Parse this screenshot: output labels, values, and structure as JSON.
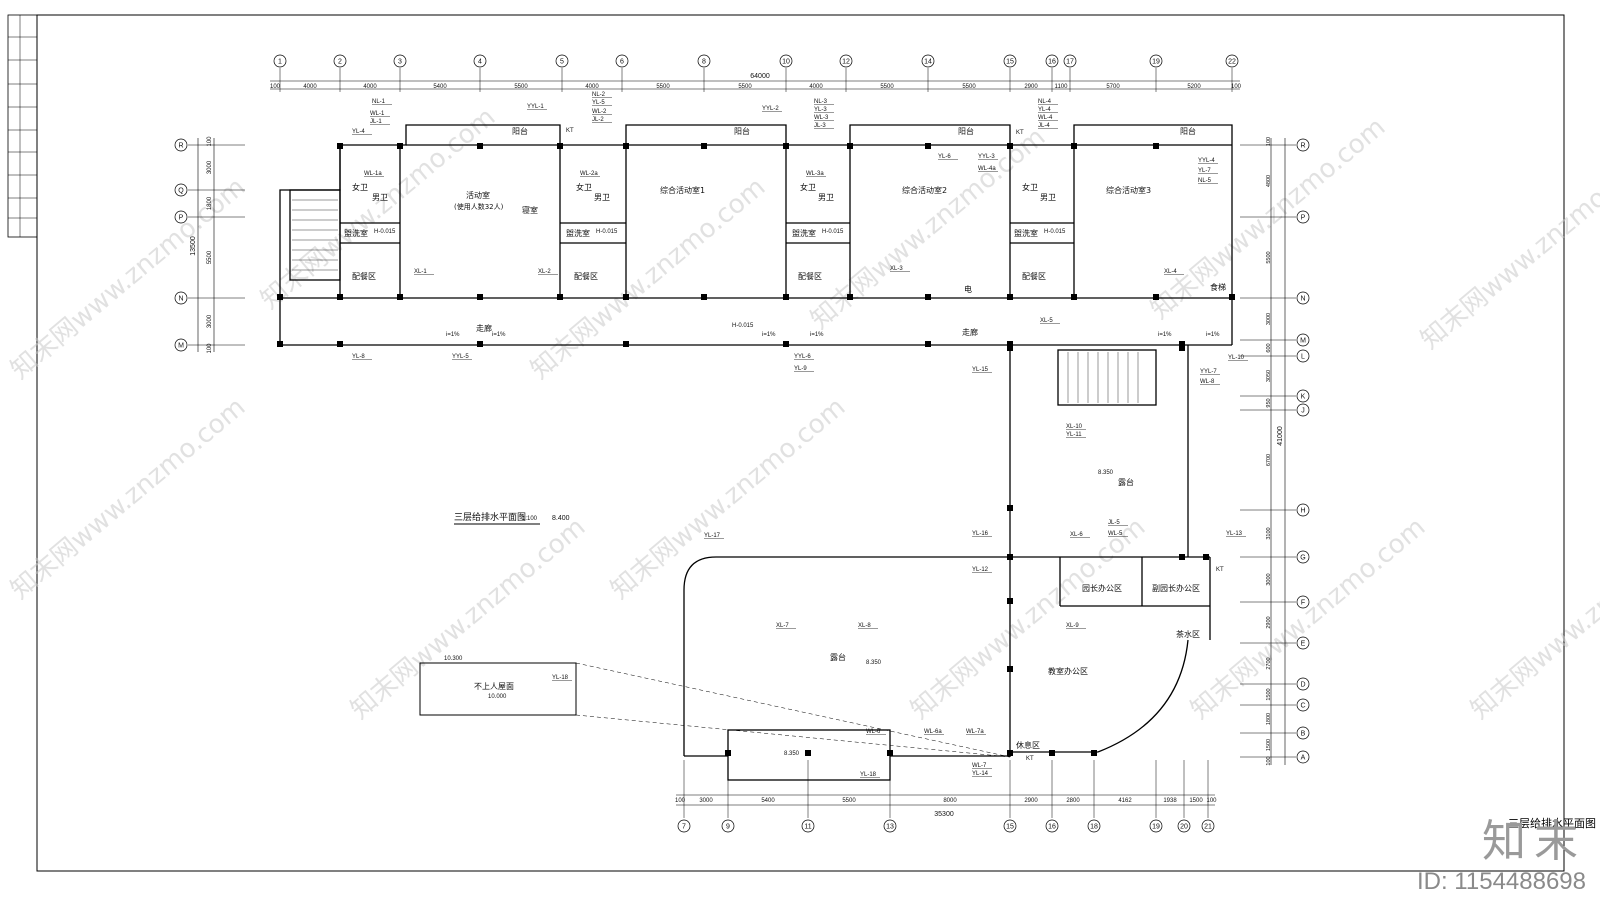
{
  "plan_title": "三层给排水平面图",
  "plan_scale": "1:100",
  "plan_level": "8.400",
  "sheet_title": "三层给排水平面图",
  "brand": {
    "logo_text": "知末",
    "id_text": "ID: 1154488698",
    "watermark": "知末网www.znzmo.com"
  },
  "top_axes": [
    "1",
    "2",
    "3",
    "4",
    "5",
    "6",
    "8",
    "10",
    "12",
    "14",
    "15",
    "16",
    "17",
    "19",
    "22"
  ],
  "top_dims": [
    "100",
    "4000",
    "4000",
    "5400",
    "5500",
    "4000",
    "5500",
    "5500",
    "4000",
    "5500",
    "5500",
    "2900",
    "1100",
    "5700",
    "5200",
    "100"
  ],
  "top_total": "64000",
  "bottom_axes": [
    "7",
    "9",
    "11",
    "13",
    "15",
    "16",
    "18",
    "19",
    "20",
    "21"
  ],
  "bottom_dims": [
    "100",
    "3000",
    "5400",
    "5500",
    "8000",
    "2900",
    "2800",
    "4162",
    "1938",
    "1500",
    "100"
  ],
  "bottom_total": "35300",
  "left_axes": [
    "R",
    "Q",
    "P",
    "N",
    "M"
  ],
  "left_dims": [
    "100",
    "3000",
    "1800",
    "5500",
    "3000",
    "100"
  ],
  "left_total": "13500",
  "right_axes": [
    "R",
    "P",
    "N",
    "M",
    "L",
    "K",
    "J",
    "H",
    "G",
    "F",
    "E",
    "D",
    "C",
    "B",
    "A"
  ],
  "right_dims": [
    "100",
    "4800",
    "5500",
    "3000",
    "600",
    "3050",
    "950",
    "6700",
    "3100",
    "3000",
    "2900",
    "2700",
    "1500",
    "1800",
    "1500",
    "100"
  ],
  "right_total": "41000",
  "rooms": {
    "activity": "活动室",
    "activity_cap": "(使用人数32人)",
    "bedroom": "寝室",
    "multi1": "综合活动室1",
    "multi2": "综合活动室2",
    "multi3": "综合活动室3",
    "balcony": "阳台",
    "female": "女卫",
    "male": "男卫",
    "wash": "盥洗室",
    "wash_h": "H-0.015",
    "serving": "配餐区",
    "corridor": "走廊",
    "corridor_h": "H-0.015",
    "terrace": "露台",
    "terrace_h1": "8.350",
    "terrace_h2": "8.350",
    "terrace_h3": "8.350",
    "director": "园长办公区",
    "vice_director": "副园长办公区",
    "tea": "茶水区",
    "teacher_office": "教室办公区",
    "rest": "休息区",
    "dumbwaiter": "食梯",
    "elec": "电",
    "roof": "不上人屋面",
    "roof_h1": "10.300",
    "roof_h2": "10.000",
    "kt": "KT",
    "slope": "i=1%"
  },
  "pipe_labels": [
    "NL-1",
    "WL-1",
    "JL-1",
    "YL-4",
    "WL-1a",
    "YYL-1",
    "NL-2",
    "YL-5",
    "WL-2",
    "JL-2",
    "WL-2a",
    "YYL-2",
    "NL-3",
    "YL-3",
    "WL-3",
    "JL-3",
    "WL-3a",
    "YL-6",
    "YYL-3",
    "WL-4a",
    "NL-4",
    "YL-4",
    "WL-4",
    "JL-4",
    "YYL-4",
    "YL-7",
    "NL-5",
    "XL-1",
    "XL-2",
    "XL-3",
    "XL-4",
    "XL-5",
    "YL-8",
    "YYL-5",
    "YYL-6",
    "YL-9",
    "YL-15",
    "YYL-7",
    "WL-8",
    "YL-10",
    "XL-10",
    "YL-11",
    "YL-16",
    "YL-12",
    "JL-5",
    "XL-6",
    "WL-5",
    "YL-13",
    "YL-17",
    "XL-7",
    "XL-8",
    "XL-9",
    "WL-6",
    "WL-6a",
    "WL-7a",
    "WL-7",
    "YL-14",
    "YL-18",
    "YL-18"
  ]
}
